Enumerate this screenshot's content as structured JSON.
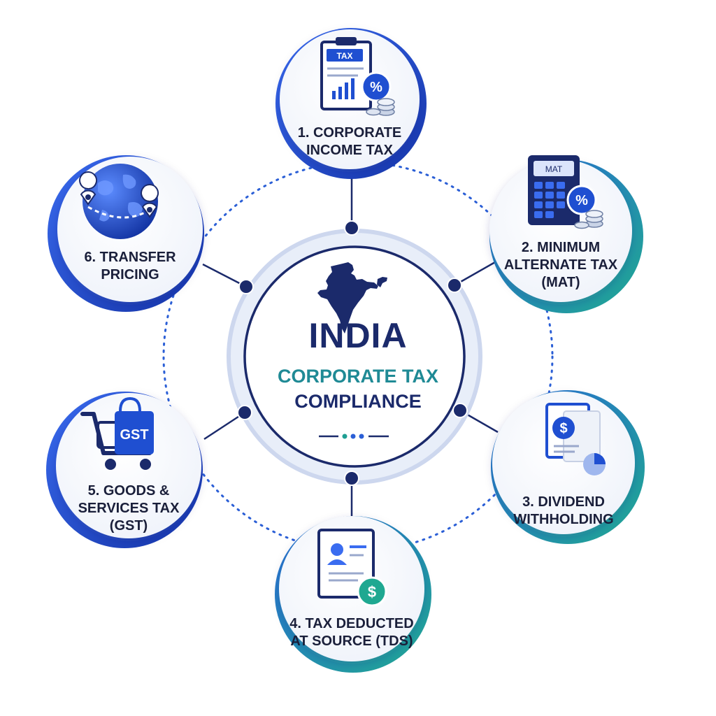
{
  "center": {
    "title": "INDIA",
    "subtitle_line1": "CORPORATE TAX",
    "subtitle_line2": "COMPLIANCE"
  },
  "nodes": [
    {
      "id": "corporate-income-tax",
      "lines": [
        "1. CORPORATE",
        "INCOME TAX"
      ],
      "icon": "tax-document-percent-icon",
      "icon_text": "TAX"
    },
    {
      "id": "minimum-alternate-tax",
      "lines": [
        "2. MINIMUM",
        "ALTERNATE TAX",
        "(MAT)"
      ],
      "icon": "calculator-percent-icon",
      "icon_text": "MAT"
    },
    {
      "id": "dividend-withholding",
      "lines": [
        "3. DIVIDEND",
        "WITHHOLDING"
      ],
      "icon": "dividend-document-icon",
      "icon_text": "$"
    },
    {
      "id": "tax-deducted-at-source",
      "lines": [
        "4. TAX DEDUCTED",
        "AT SOURCE (TDS)"
      ],
      "icon": "id-document-dollar-icon",
      "icon_text": "$"
    },
    {
      "id": "goods-services-tax",
      "lines": [
        "5. GOODS &",
        "SERVICES TAX",
        "(GST)"
      ],
      "icon": "shopping-cart-gst-icon",
      "icon_text": "GST"
    },
    {
      "id": "transfer-pricing",
      "lines": [
        "6. TRANSFER",
        "PRICING"
      ],
      "icon": "globe-route-icon",
      "icon_text": ""
    }
  ],
  "colors": {
    "navy": "#1b2a6b",
    "blue": "#1f4fd1",
    "teal": "#1f9f93",
    "text": "#1a1f3a"
  }
}
